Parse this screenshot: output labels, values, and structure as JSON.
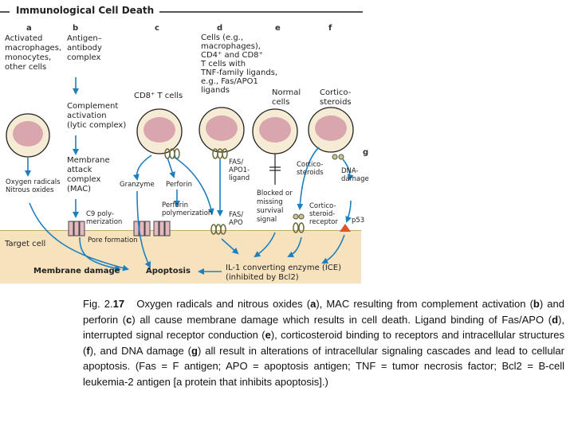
{
  "title": "Immunological Cell Death",
  "columns": [
    "a",
    "b",
    "c",
    "d",
    "e",
    "f",
    "g"
  ],
  "labels": {
    "a_top": "Activated\nmacrophages,\nmonocytes,\nother cells",
    "b_top": "Antigen–\nantibody\ncomplex",
    "b_complement": "Complement\nactivation\n(lytic complex)",
    "b_mac": "Membrane\nattack\ncomplex\n(MAC)",
    "b_c9": "C9 poly-\nmerization",
    "pore_formation": "Pore formation",
    "a_radicals": "Oxygen radicals\nNitrous oxides",
    "c_top": "CD8⁺ T cells",
    "c_granzyme": "Granzyme",
    "c_perforin": "Perforin",
    "c_perforin_poly": "Perforin\npolymerization",
    "d_top": "Cells (e.g.,\nmacrophages),\nCD4⁺ and CD8⁺\nT cells with\nTNF-family ligands,\ne.g., Fas/APO1\nligands",
    "d_ligand": "FAS/\nAPO1-\nligand",
    "d_fas": "FAS/\nAPO",
    "e_top": "Normal\ncells",
    "e_blocked": "Blocked or\nmissing\nsurvival\nsignal",
    "f_top": "Cortico-\nsteroids",
    "f_cortico": "Cortico-\nsteroids",
    "f_receptor": "Cortico-\nsteroid-\nreceptor",
    "g_dna": "DNA-\ndamage",
    "g_p53": "p53",
    "target_cell": "Target cell",
    "membrane_damage": "Membrane damage",
    "apoptosis": "Apoptosis",
    "ice": "IL-1 converting enzyme (ICE)\n(inhibited by Bcl2)"
  },
  "caption": {
    "label": "Fig. 2.",
    "number": "17",
    "segments": [
      "Oxygen radicals and nitrous oxides (",
      "a",
      "), MAC resulting from complement activation (",
      "b",
      ") and perforin (",
      "c",
      ") all cause membrane damage which results in cell death. Ligand binding of Fas/APO (",
      "d",
      "), interrupted signal receptor conduction (",
      "e",
      "), corticosteroid binding to receptors and intracellular structures (",
      "f",
      "), and DNA damage (",
      "g",
      ") all result in alterations of intracellular signaling cascades and lead to cellular apoptosis. (Fas = F antigen; APO = apoptosis antigen; TNF = tumor necrosis factor; Bcl2 = B-cell leukemia-2 antigen [a protein that inhibits apoptosis].)"
    ]
  },
  "colors": {
    "arrow": "#1e7fbf",
    "cell_fill": "#f6ecd6",
    "nucleus": "#d9a6ae",
    "target_band": "#f7e2be",
    "p53": "#e0522a"
  }
}
